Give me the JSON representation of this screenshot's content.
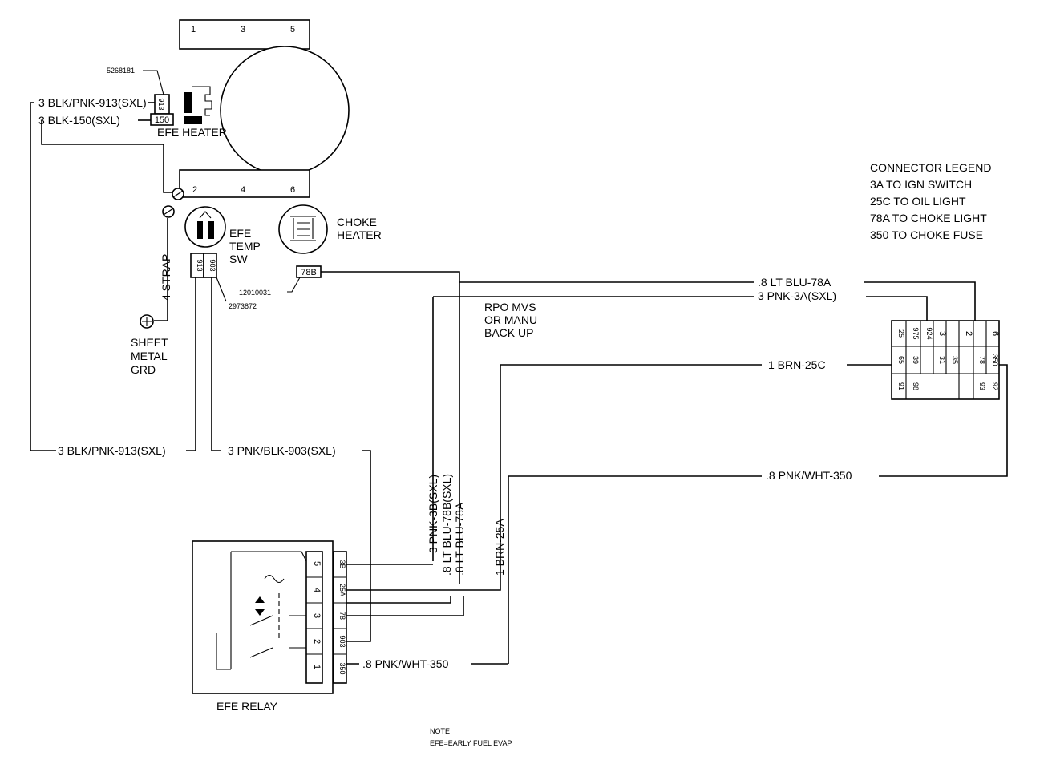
{
  "top_terminal_block": {
    "pins": [
      "1",
      "3",
      "5"
    ]
  },
  "bottom_terminal_block": {
    "pins": [
      "2",
      "4",
      "6"
    ]
  },
  "efe_heater": {
    "part_number": "5268181",
    "connector_pins": [
      "913",
      "150"
    ],
    "label": "EFE HEATER",
    "wire_913": "3 BLK/PNK-913(SXL)",
    "wire_150": "3 BLK-150(SXL)"
  },
  "strap": {
    "label": "4 STRAP",
    "ground_label": [
      "SHEET",
      "METAL",
      "GRD"
    ]
  },
  "efe_temp_sw": {
    "label": [
      "EFE",
      "TEMP",
      "SW"
    ],
    "connector_pins": [
      "913",
      "903"
    ],
    "part_number": "2973872"
  },
  "choke_heater": {
    "label": [
      "CHOKE",
      "HEATER"
    ],
    "connector_pin": "78B",
    "part_number": "12010031"
  },
  "connector_legend": {
    "title": "CONNECTOR LEGEND",
    "entries": [
      "3A TO IGN SWITCH",
      "25C TO OIL LIGHT",
      "78A TO CHOKE LIGHT",
      "350 TO CHOKE FUSE"
    ]
  },
  "rpo_note": [
    "RPO MVS",
    "OR MANU",
    "BACK UP"
  ],
  "wires": {
    "lt_blu_78a_top": ".8 LT BLU-78A",
    "pnk_3a": "3 PNK-3A(SXL)",
    "brn_25c": "1 BRN-25C",
    "pnk_wht_350_right": ".8 PNK/WHT-350",
    "blk_pnk_913_bottom": "3 BLK/PNK-913(SXL)",
    "pnk_blk_903": "3 PNK/BLK-903(SXL)",
    "pnk_3b": "3 PNK-3B(SXL)",
    "lt_blu_78b": ".8 LT BLU-78B(SXL)",
    "lt_blu_78a": ".8 LT BLU-78A",
    "brn_25a": "1 BRN-25A",
    "pnk_wht_350_bottom": ".8 PNK/WHT-350"
  },
  "bulkhead_connector": {
    "upper_row": [
      "975",
      "924",
      "3",
      "2",
      "6"
    ],
    "upper_row_left": "25",
    "mid_row": [
      "65",
      "39",
      "31",
      "35",
      "78",
      "350"
    ],
    "lower_row": [
      "91",
      "98",
      "93",
      "92"
    ]
  },
  "efe_relay": {
    "label": "EFE RELAY",
    "terminal_numbers": [
      "5",
      "4",
      "3",
      "2",
      "1"
    ],
    "connector_pins": [
      "3B",
      "25A",
      "78",
      "903",
      "350"
    ]
  },
  "note": {
    "title": "NOTE",
    "text": "EFE=EARLY FUEL EVAP"
  }
}
